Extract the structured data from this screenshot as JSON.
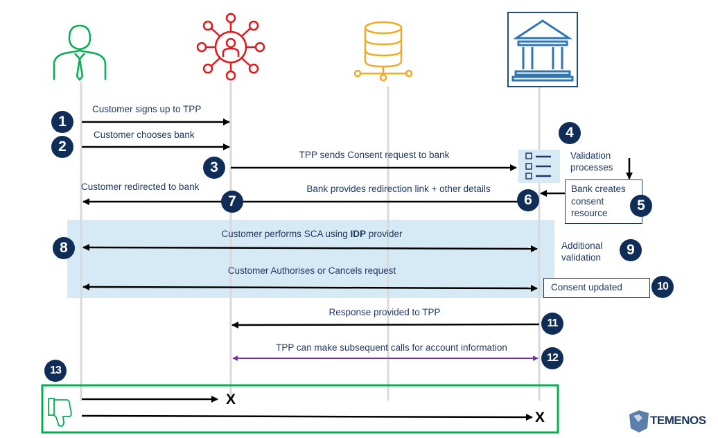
{
  "actors": [
    {
      "name": "customer",
      "icon": "person-icon",
      "color": "#00b050"
    },
    {
      "name": "tpp",
      "icon": "hub-icon",
      "color": "#e02020"
    },
    {
      "name": "idp",
      "icon": "database-icon",
      "color": "#f5a623"
    },
    {
      "name": "bank",
      "icon": "bank-icon",
      "color": "#2e75b6"
    }
  ],
  "steps": {
    "s1": {
      "num": "1",
      "label": "Customer signs up to TPP"
    },
    "s2": {
      "num": "2",
      "label": "Customer chooses bank"
    },
    "s3": {
      "num": "3",
      "label": "TPP sends Consent request to bank"
    },
    "s4": {
      "num": "4",
      "label_line1": "Validation",
      "label_line2": "processes"
    },
    "s5": {
      "num": "5",
      "label_line1": "Bank creates",
      "label_line2": "consent",
      "label_line3": "resource"
    },
    "s6": {
      "num": "6",
      "label": "Bank provides redirection link + other details"
    },
    "s7": {
      "num": "7",
      "label": "Customer redirected to bank"
    },
    "s8": {
      "num": "8",
      "label_pre": "Customer performs SCA using ",
      "label_bold": "IDP",
      "label_post": " provider"
    },
    "s9": {
      "num": "9",
      "label_line1": "Additional",
      "label_line2": "validation"
    },
    "s10": {
      "num": "10",
      "label": "Consent updated"
    },
    "auth": {
      "label": "Customer Authorises or Cancels request"
    },
    "s11": {
      "num": "11",
      "label": "Response provided to TPP"
    },
    "s12": {
      "num": "12",
      "label": "TPP can make subsequent calls for account information"
    },
    "s13": {
      "num": "13",
      "x1": "X",
      "x2": "X"
    }
  },
  "colors": {
    "navy": "#0f2d57",
    "band": "#d6eaf6",
    "purple": "#7030a0",
    "green": "#00b050"
  },
  "logo": {
    "text": "TEMENOS"
  }
}
